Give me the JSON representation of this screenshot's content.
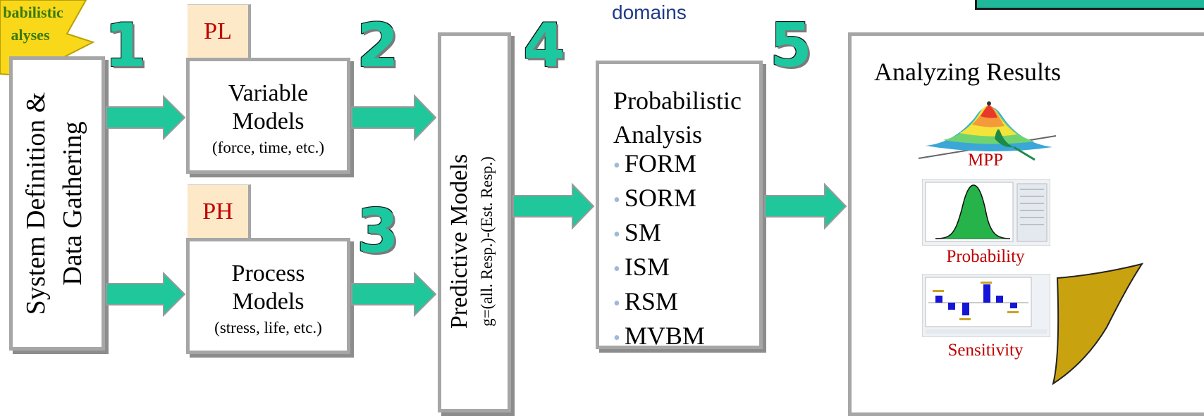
{
  "callout": {
    "line1": "babilistic",
    "line2": "alyses"
  },
  "top_label": "domains",
  "step_numbers": [
    "1",
    "2",
    "3",
    "4",
    "5"
  ],
  "system_definition": {
    "line1": "System Definition &",
    "line2": "Data Gathering"
  },
  "variable_models": {
    "tag": "PL",
    "line1": "Variable",
    "line2": "Models",
    "detail": "(force, time, etc.)"
  },
  "process_models": {
    "tag": "PH",
    "line1": "Process",
    "line2": "Models",
    "detail": "(stress, life, etc.)"
  },
  "predictive_models": {
    "title": "Predictive Models",
    "formula": "g=(all. Resp.)-(Est. Resp.)"
  },
  "probabilistic_analysis": {
    "line1": "Probabilistic",
    "line2": "Analysis",
    "methods": [
      "FORM",
      "SORM",
      "SM",
      "ISM",
      "RSM",
      "MVBM"
    ]
  },
  "analyzing_results": {
    "title": "Analyzing Results",
    "captions": [
      "MPP",
      "Probability",
      "Sensitivity"
    ]
  },
  "colors": {
    "arrow": "#1fc79a",
    "box_border": "#a6a6a6",
    "tag_bg": "#fde9c8",
    "tag_text": "#c00000",
    "callout": "#f9d81a",
    "callout_text": "#3a7a0c",
    "caption": "#c00000",
    "top_label": "#1f3a8a"
  }
}
